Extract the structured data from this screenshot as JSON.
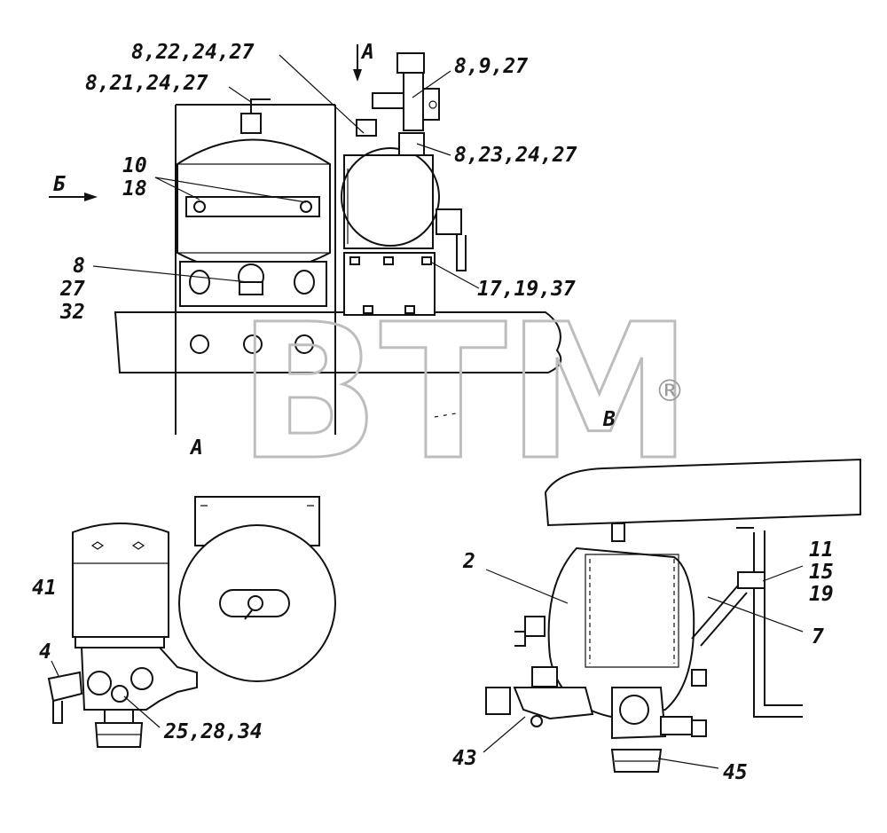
{
  "watermark": {
    "text": "BTM",
    "mark": "®"
  },
  "views": {
    "a_top": "А",
    "b_side": "Б",
    "a_bottom": "А",
    "v_label": "В"
  },
  "callouts": {
    "c_8_22_24_27": "8,22,24,27",
    "c_8_21_24_27": "8,21,24,27",
    "c_8_9_27": "8,9,27",
    "c_8_23_24_27": "8,23,24,27",
    "c_10": "10",
    "c_18": "18",
    "c_8": "8",
    "c_27": "27",
    "c_32": "32",
    "c_17_19_37": "17,19,37",
    "c_41": "41",
    "c_4": "4",
    "c_25_28_34": "25,28,34",
    "c_2": "2",
    "c_11": "11",
    "c_15": "15",
    "c_19": "19",
    "c_7": "7",
    "c_43": "43",
    "c_45": "45"
  }
}
